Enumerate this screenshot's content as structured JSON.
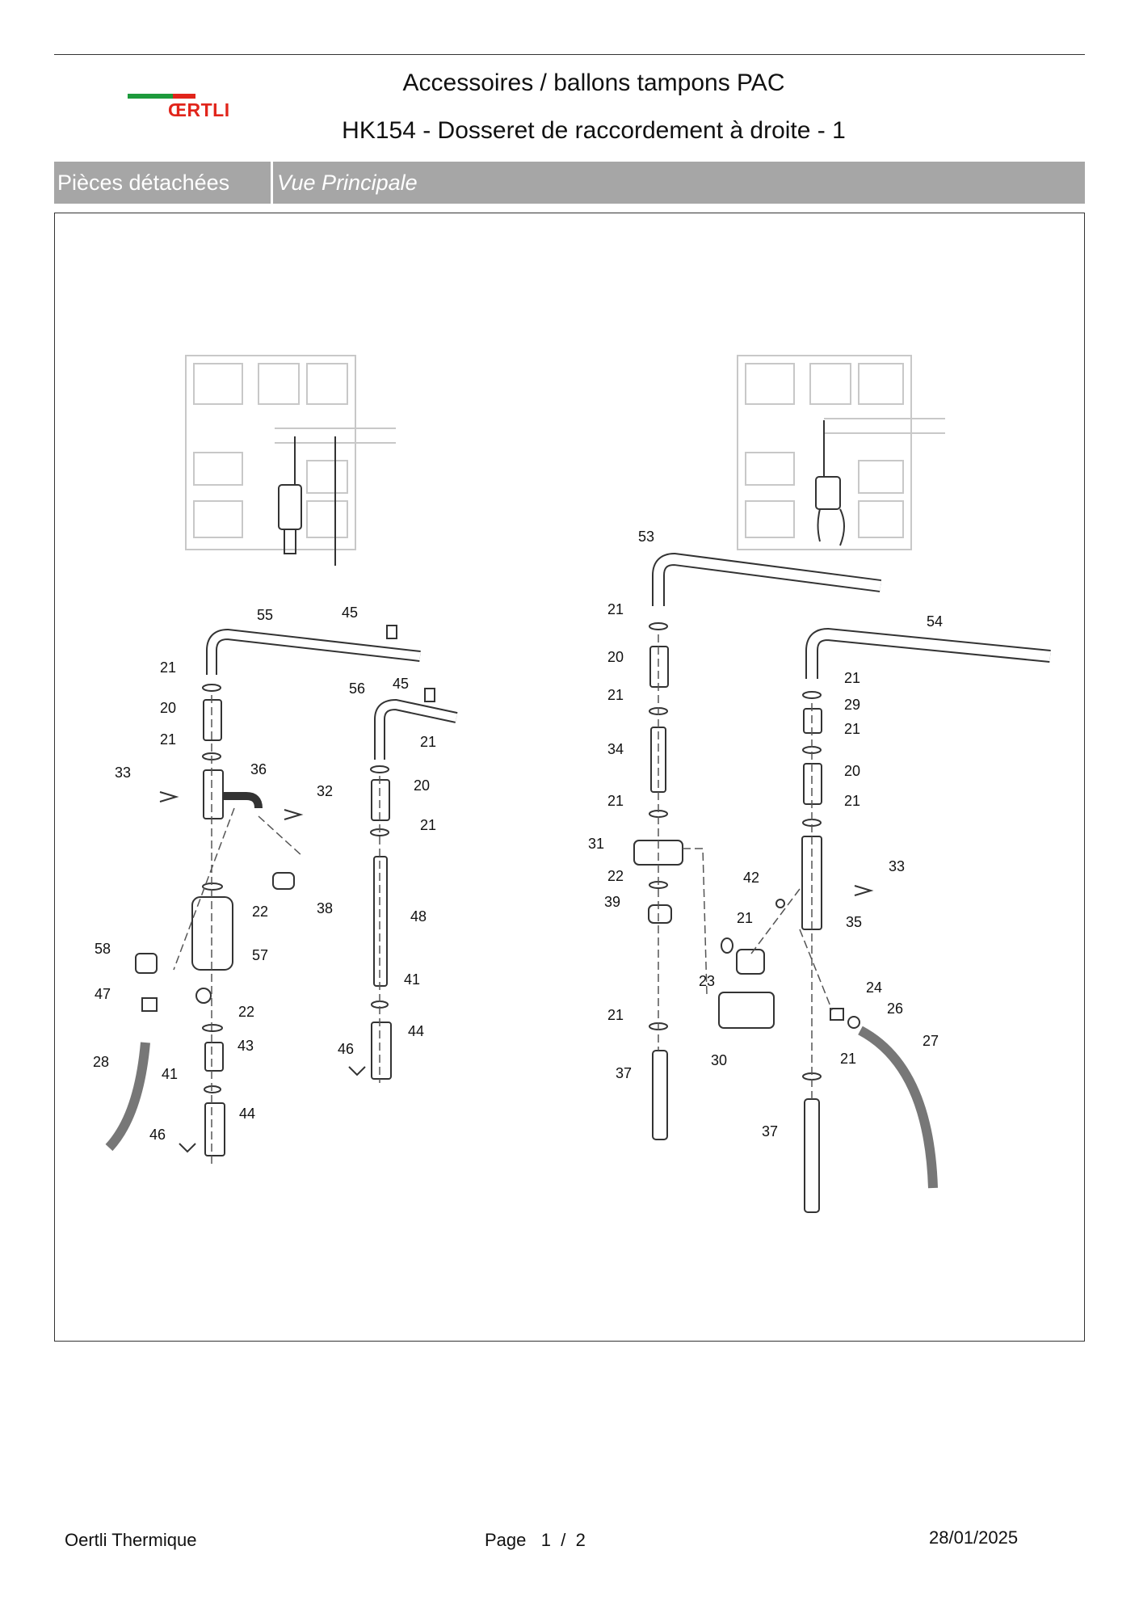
{
  "header": {
    "logo_text": "ŒRTLI",
    "title_line1": "Accessoires / ballons tampons PAC",
    "title_line2": "HK154 - Dosseret de raccordement à droite - 1",
    "brand_colors": {
      "green": "#1d9a3c",
      "red": "#e1251b"
    }
  },
  "tabs": {
    "left": "Pièces détachées",
    "right": "Vue Principale"
  },
  "diagram": {
    "labels": [
      "55",
      "45",
      "21",
      "56",
      "45",
      "20",
      "21",
      "21",
      "33",
      "36",
      "32",
      "20",
      "21",
      "22",
      "38",
      "48",
      "58",
      "57",
      "47",
      "22",
      "41",
      "43",
      "44",
      "28",
      "41",
      "46",
      "44",
      "46",
      "53",
      "21",
      "20",
      "54",
      "21",
      "21",
      "29",
      "34",
      "21",
      "21",
      "20",
      "21",
      "31",
      "33",
      "22",
      "42",
      "39",
      "21",
      "35",
      "23",
      "24",
      "26",
      "21",
      "27",
      "30",
      "37",
      "21",
      "37"
    ]
  },
  "footer": {
    "company": "Oertli Thermique",
    "page_label": "Page",
    "page_current": "1",
    "page_sep": "/",
    "page_total": "2",
    "date": "28/01/2025"
  }
}
